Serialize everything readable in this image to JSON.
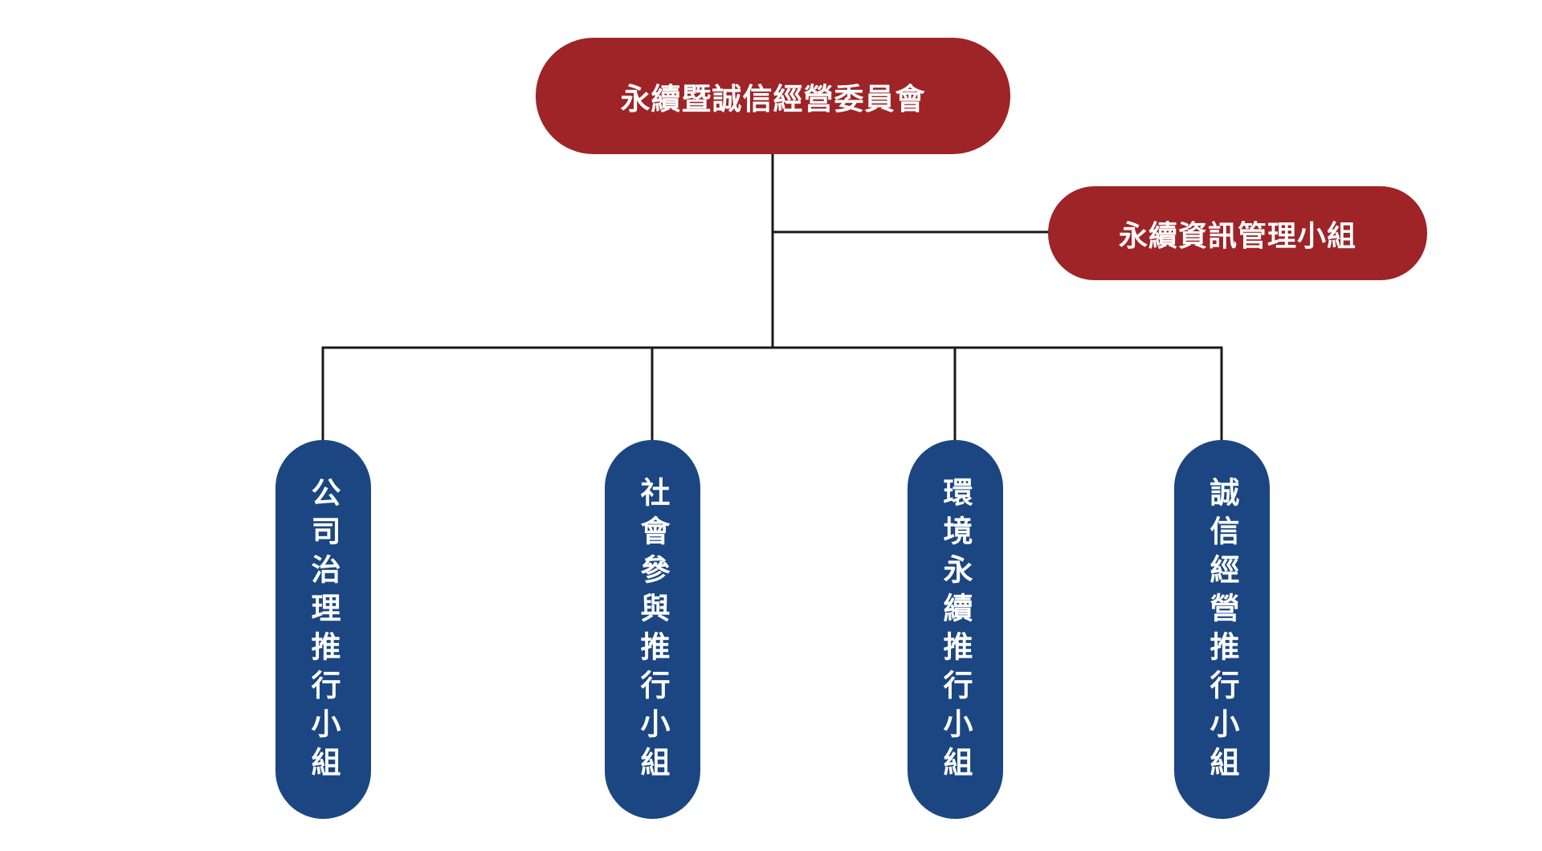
{
  "colors": {
    "committee": "#9e2427",
    "working_group": "#1b4682",
    "connector": "#1a1a1a",
    "text": "#ffffff"
  },
  "committee": {
    "label": "永續暨誠信經營委員會"
  },
  "advisory_group": {
    "label": "永續資訊管理小組"
  },
  "working_groups": [
    {
      "label": "公司治理推行小組"
    },
    {
      "label": "社會參與推行小組"
    },
    {
      "label": "環境永續推行小組"
    },
    {
      "label": "誠信經營推行小組"
    }
  ]
}
